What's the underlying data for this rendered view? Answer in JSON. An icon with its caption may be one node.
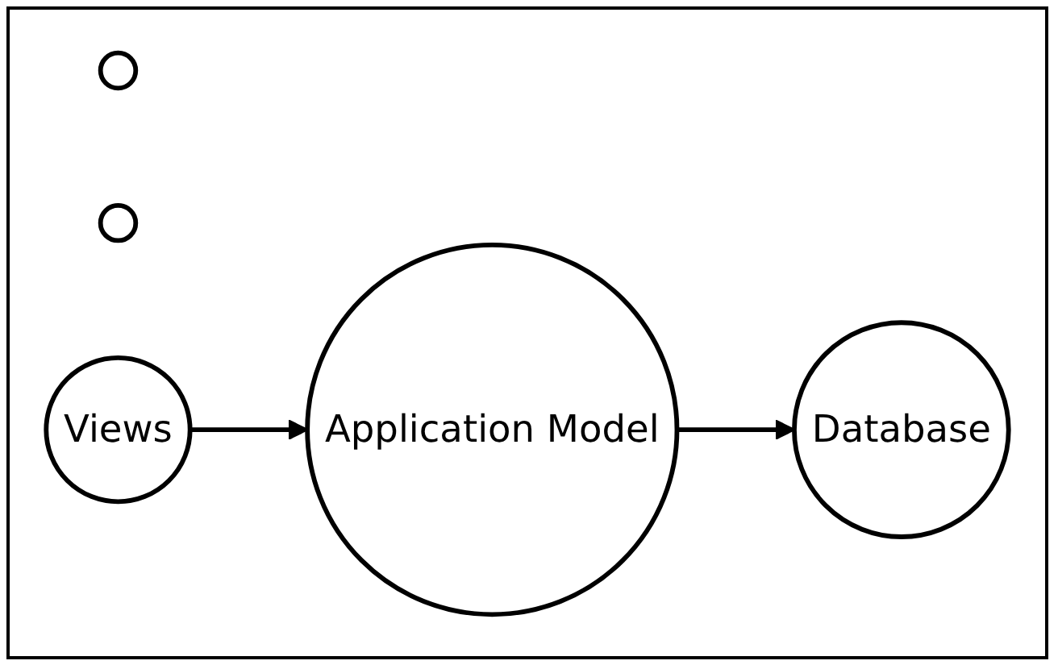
{
  "diagram": {
    "nodes": [
      {
        "text": [],
        "shape": "ellipse"
      },
      {
        "text": [],
        "shape": "ellipse"
      },
      {
        "text": [
          "Views"
        ]
      },
      {
        "text": [
          "Application Model"
        ]
      },
      {
        "text": [
          "Database"
        ]
      }
    ],
    "edges": [
      {
        "from": 2,
        "to": 3,
        "arrow": "to"
      },
      {
        "from": 3,
        "to": 4,
        "arrow": "to"
      }
    ]
  }
}
